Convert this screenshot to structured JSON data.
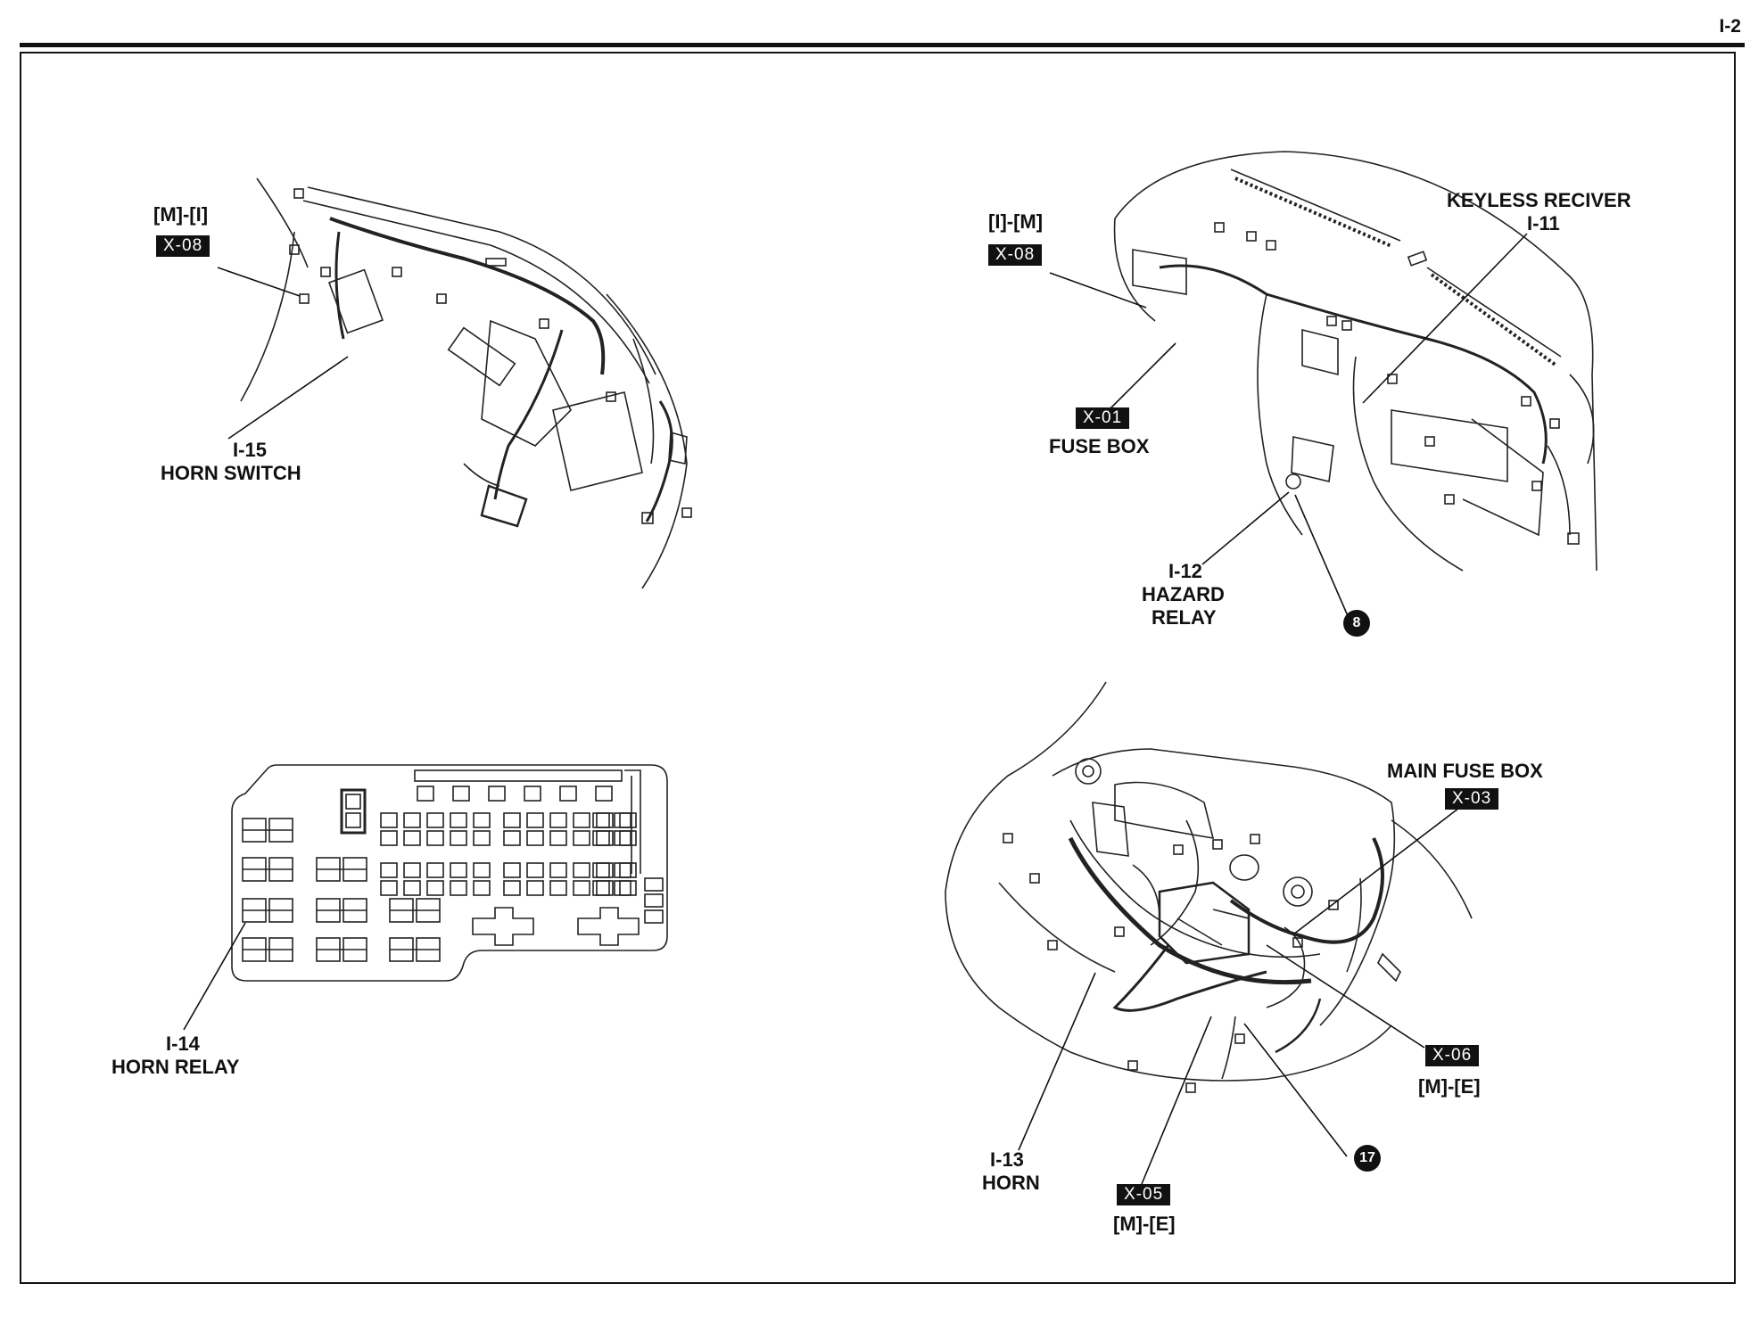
{
  "page_number": "I-2",
  "labels": {
    "mi_conn_code": "[M]-[I]",
    "mi_conn_tag": "X-08",
    "horn_switch_id": "I-15",
    "horn_switch_name": "HORN SWITCH",
    "im_conn_code": "[I]-[M]",
    "im_conn_tag": "X-08",
    "fuse_box_tag": "X-01",
    "fuse_box_name": "FUSE BOX",
    "keyless_name": "KEYLESS RECIVER",
    "keyless_id": "I-11",
    "hazard_id": "I-12",
    "hazard_name1": "HAZARD",
    "hazard_name2": "RELAY",
    "ground_8": "8",
    "horn_relay_id": "I-14",
    "horn_relay_name": "HORN RELAY",
    "main_fuse_name": "MAIN FUSE BOX",
    "main_fuse_tag": "X-03",
    "me06_tag": "X-06",
    "me06_code": "[M]-[E]",
    "horn_id": "I-13",
    "horn_name": "HORN",
    "me05_tag": "X-05",
    "me05_code": "[M]-[E]",
    "ground_17": "17"
  }
}
